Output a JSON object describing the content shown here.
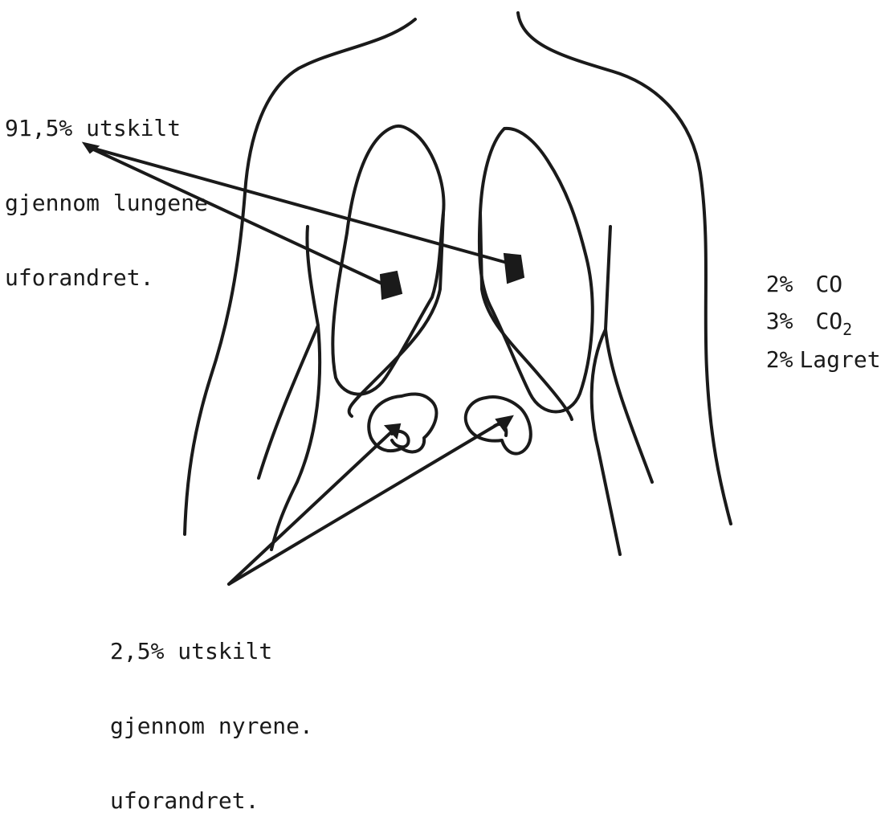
{
  "lungs_label": [
    "91,5% utskilt",
    "gjennom lungene",
    "uforandret."
  ],
  "kidneys_label": [
    "2,5% utskilt",
    "gjennom nyrene.",
    "uforandret."
  ],
  "other_fates": [
    {
      "percent": "2%",
      "substance": "CO",
      "subscript": ""
    },
    {
      "percent": "3%",
      "substance": "CO",
      "subscript": "2"
    },
    {
      "percent": "2%",
      "substance": "Lagret.",
      "subscript": ""
    }
  ],
  "stroke_color": "#1a1a1a"
}
